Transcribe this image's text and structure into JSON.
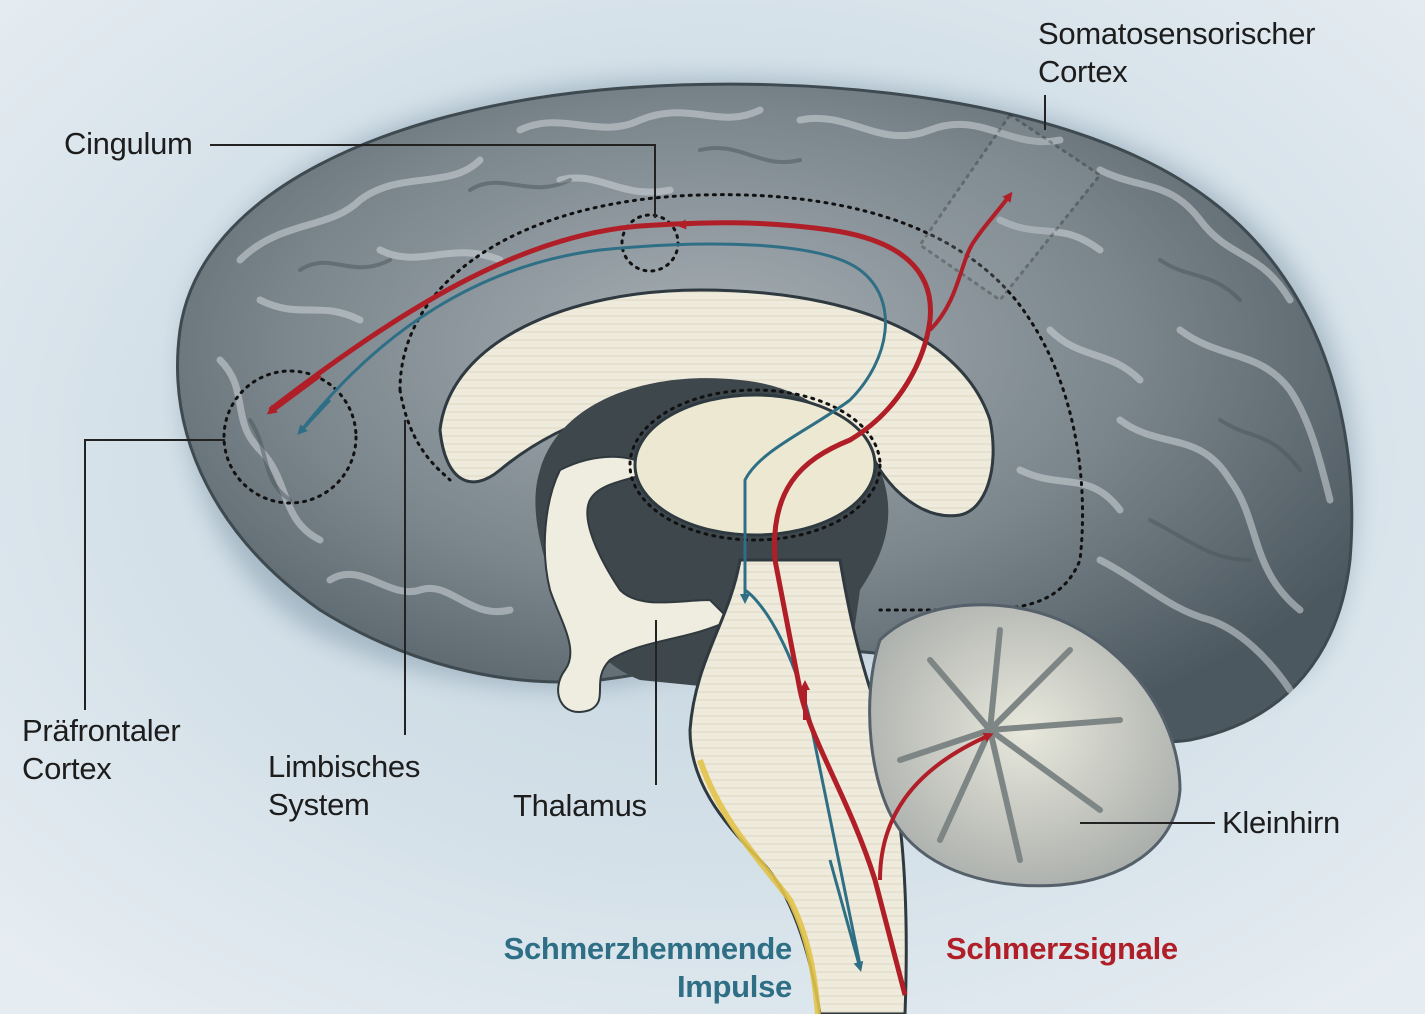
{
  "labels": {
    "cingulum": "Cingulum",
    "somatosensory": "Somatosensorischer\nCortex",
    "prefrontal": "Präfrontaler\nCortex",
    "limbic": "Limbisches\nSystem",
    "thalamus": "Thalamus",
    "cerebellum": "Kleinhirn"
  },
  "legend": {
    "inhibitory": {
      "text": "Schmerzhemmende\nImpulse",
      "color": "#2f6f86"
    },
    "pain": {
      "text": "Schmerzsignale",
      "color": "#b01f27"
    }
  },
  "colors": {
    "background": "#d9e4ec",
    "brain": "#5d6a72",
    "pain_path": "#b01f27",
    "inhibit_path": "#2f6f86",
    "white_matter": "#eeeadb"
  }
}
